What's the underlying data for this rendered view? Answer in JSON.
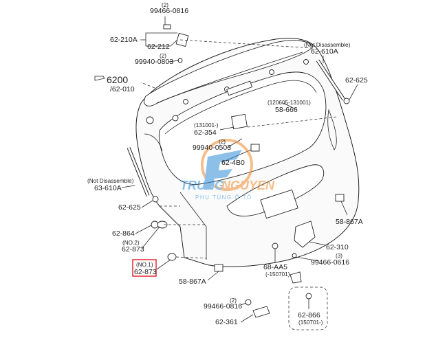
{
  "diagram": {
    "title_ref": {
      "icon": "pointing-hand-icon",
      "number": "6200",
      "part": "/62-010"
    },
    "watermark": {
      "brand_part1": "TRUNG",
      "brand_part2": "NGUYEN",
      "tagline": "PHỤ TÙNG Ô TÔ",
      "colors": {
        "blue": "#2f8ed8",
        "orange": "#f08a2c"
      }
    },
    "highlight_color": "#e01b24",
    "callouts": [
      {
        "id": "c1",
        "qty": "(2)",
        "part": "99466-0816"
      },
      {
        "id": "c2",
        "part": "62-210A"
      },
      {
        "id": "c3",
        "part": "62-212"
      },
      {
        "id": "c4",
        "qty": "(2)",
        "part": "99940-0803"
      },
      {
        "id": "c5",
        "note": "(Not Disassemble)",
        "part": "62-610A"
      },
      {
        "id": "c6",
        "part": "62-625"
      },
      {
        "id": "c7",
        "note": "(120605-131001)",
        "part": "58-666"
      },
      {
        "id": "c8",
        "note": "(131001-)",
        "part": "62-354"
      },
      {
        "id": "c9",
        "qty": "(2)",
        "part": "99940-0503"
      },
      {
        "id": "c10",
        "part": "62-4B0"
      },
      {
        "id": "c11",
        "note": "(Not Disassemble)",
        "part": "63-610A"
      },
      {
        "id": "c12",
        "part": "62-625"
      },
      {
        "id": "c13",
        "part": "58-867A"
      },
      {
        "id": "c14",
        "part": "62-864"
      },
      {
        "id": "c15",
        "note": "(NO.2)",
        "part": "62-873"
      },
      {
        "id": "c16",
        "part": "62-310"
      },
      {
        "id": "c17",
        "qty": "(3)",
        "part": "99466-0616"
      },
      {
        "id": "c18",
        "note": "(NO.1)",
        "part": "62-873",
        "highlighted": true
      },
      {
        "id": "c19",
        "part": "68-AA5",
        "note": "(-150701)"
      },
      {
        "id": "c20",
        "part": "58-867A"
      },
      {
        "id": "c21",
        "qty": "(2)",
        "part": "99466-0816"
      },
      {
        "id": "c22",
        "part": "62-361"
      },
      {
        "id": "c23",
        "part": "62-866",
        "note": "(150701-)"
      }
    ]
  }
}
